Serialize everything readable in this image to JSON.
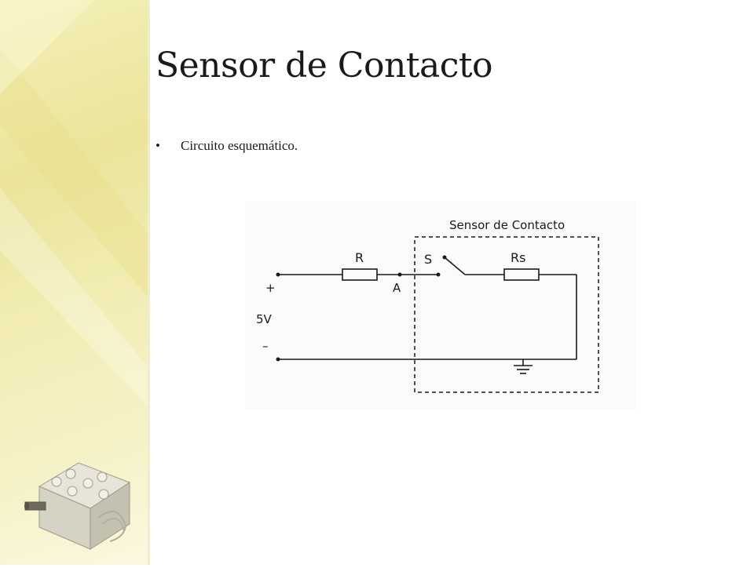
{
  "slide": {
    "title": "Sensor de Contacto",
    "bullets": [
      "Circuito esquemático."
    ]
  },
  "diagram": {
    "box_label": "Sensor de Contacto",
    "resistor_label": "R",
    "sensor_resistor_label": "Rs",
    "switch_label": "S",
    "node_label": "A",
    "voltage_label": "5V",
    "plus_label": "+",
    "minus_label": "–"
  },
  "colors": {
    "sidebar": "#ebe49a",
    "wire": "#1a1a1a",
    "text": "#1a1a1a"
  },
  "icons": [
    "lego-motor-icon",
    "ground-symbol-icon"
  ]
}
